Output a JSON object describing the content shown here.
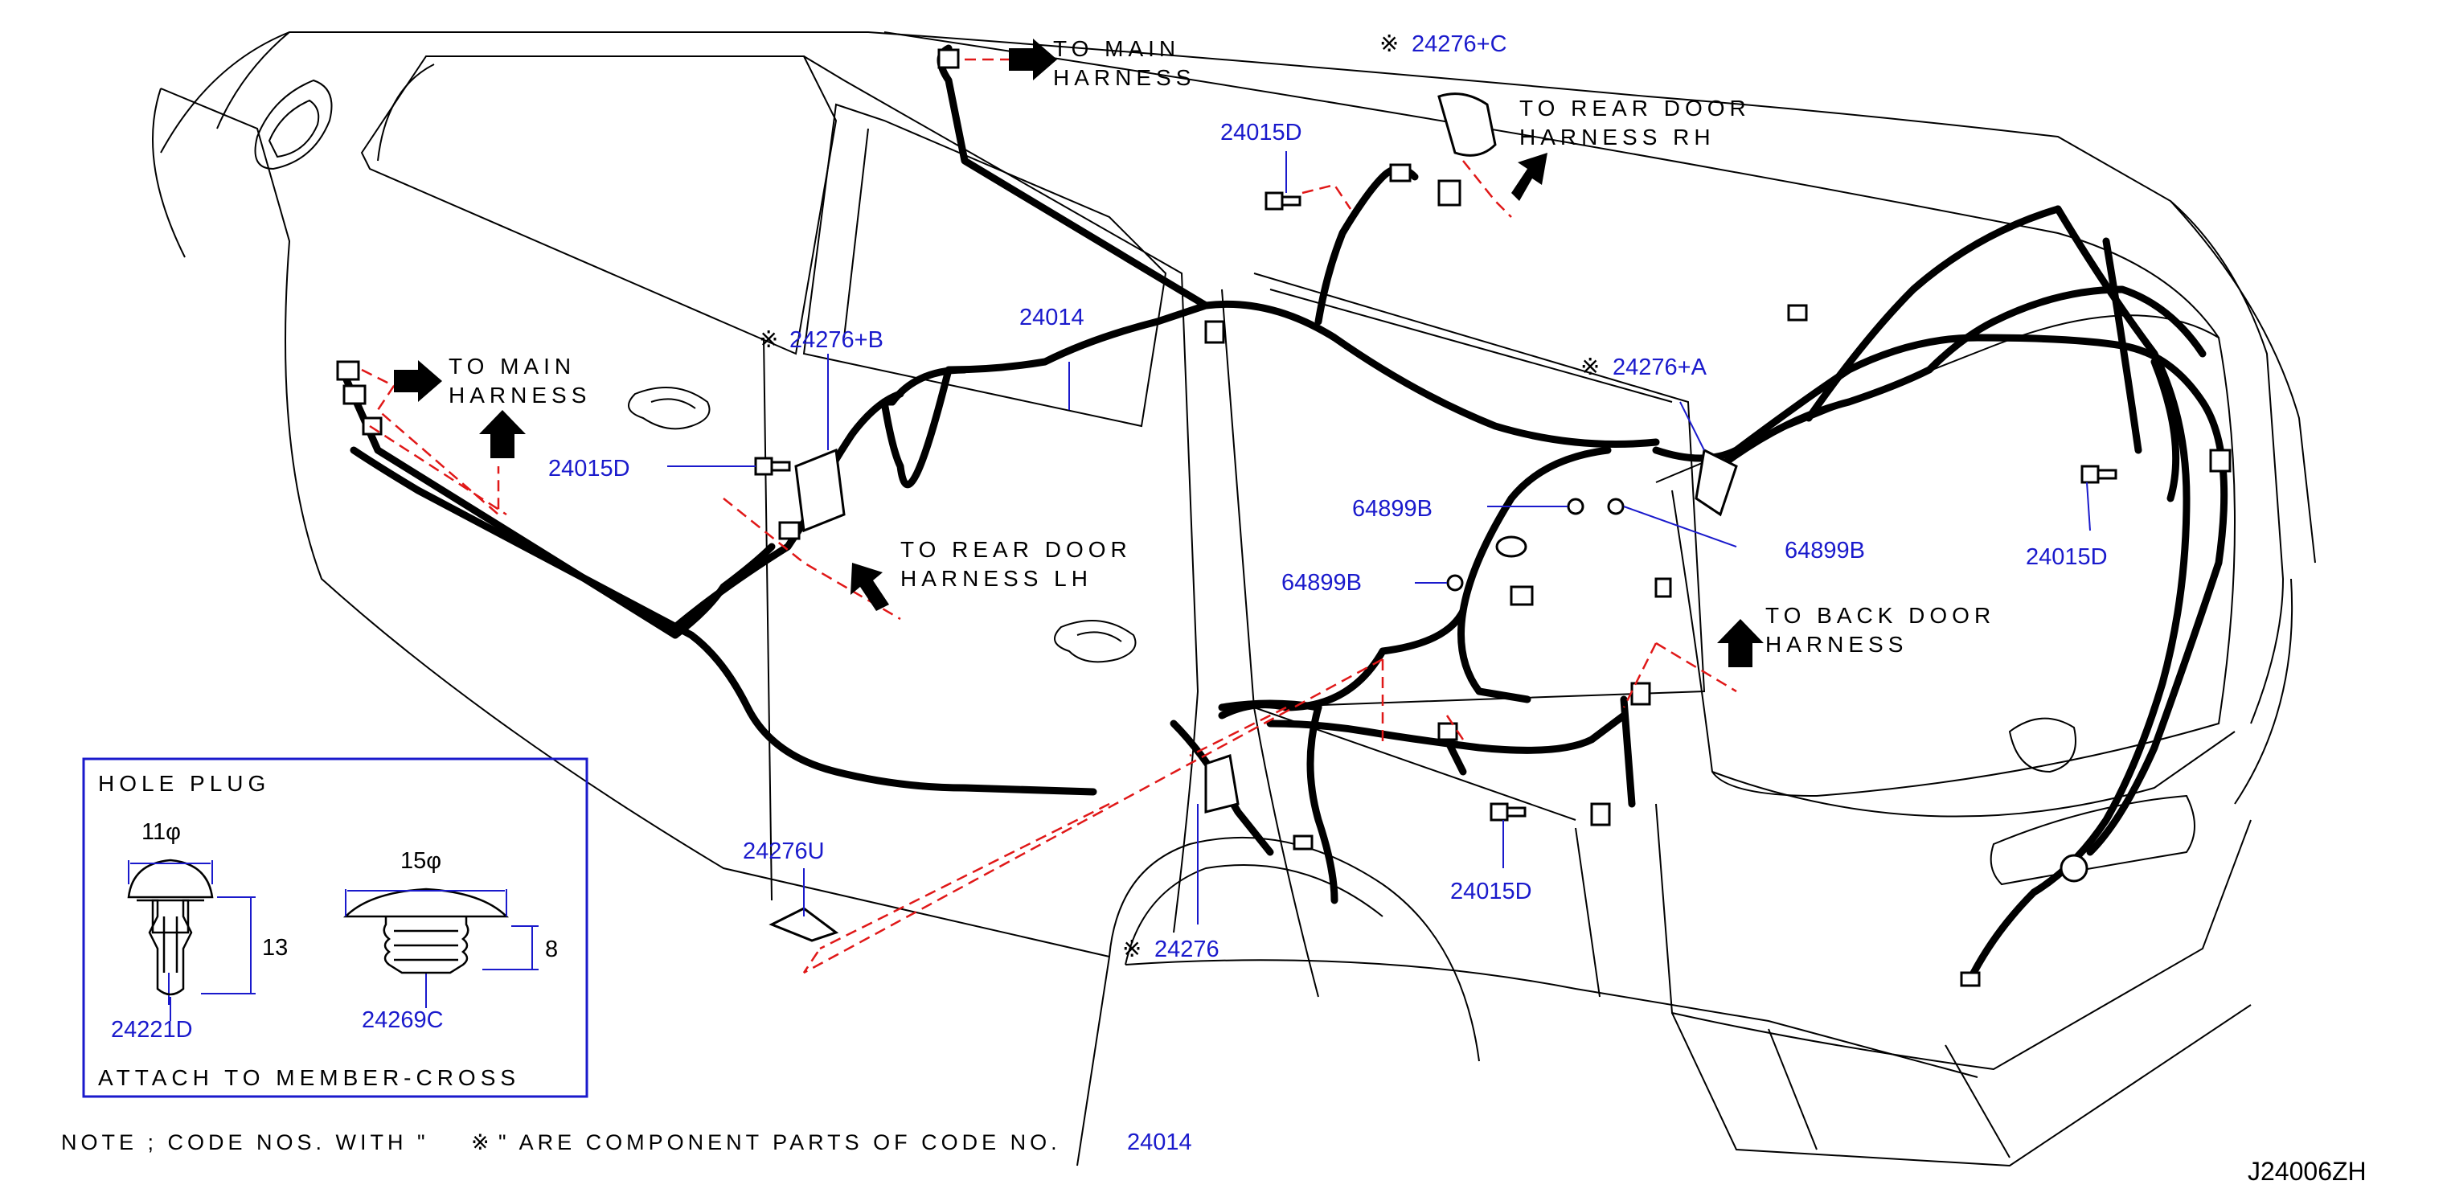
{
  "colors": {
    "part_code": "#1a1acc",
    "ink": "#000000",
    "leader": "#e01818"
  },
  "callouts": {
    "to_main_top_1": "TO MAIN",
    "to_main_top_2": "HARNESS",
    "to_main_left_1": "TO MAIN",
    "to_main_left_2": "HARNESS",
    "rear_door_rh_1": "TO REAR DOOR",
    "rear_door_rh_2": "HARNESS RH",
    "rear_door_lh_1": "TO REAR DOOR",
    "rear_door_lh_2": "HARNESS LH",
    "back_door_1": "TO BACK DOOR",
    "back_door_2": "HARNESS"
  },
  "part_codes": {
    "c24276C": "24276+C",
    "c24015D_top": "24015D",
    "c24014": "24014",
    "c24276B": "24276+B",
    "c24015D_left": "24015D",
    "c24276A": "24276+A",
    "c64899B_a": "64899B",
    "c64899B_b": "64899B",
    "c64899B_c": "64899B",
    "c24015D_right": "24015D",
    "c24015D_bottom": "24015D",
    "c24276U": "24276U",
    "c24276": "24276",
    "c24221D": "24221D",
    "c24269C": "24269C"
  },
  "inset": {
    "title": "HOLE PLUG",
    "dim_11": "11φ",
    "dim_13": "13",
    "dim_15": "15φ",
    "dim_8": "8",
    "footer": "ATTACH TO MEMBER-CROSS"
  },
  "note": {
    "prefix": "NOTE ; CODE NOS. WITH \"",
    "mark": "※",
    "suffix": "\" ARE COMPONENT PARTS OF CODE NO.",
    "code": "24014"
  },
  "asterisk_mark": "※",
  "drawing_id": "J24006ZH"
}
